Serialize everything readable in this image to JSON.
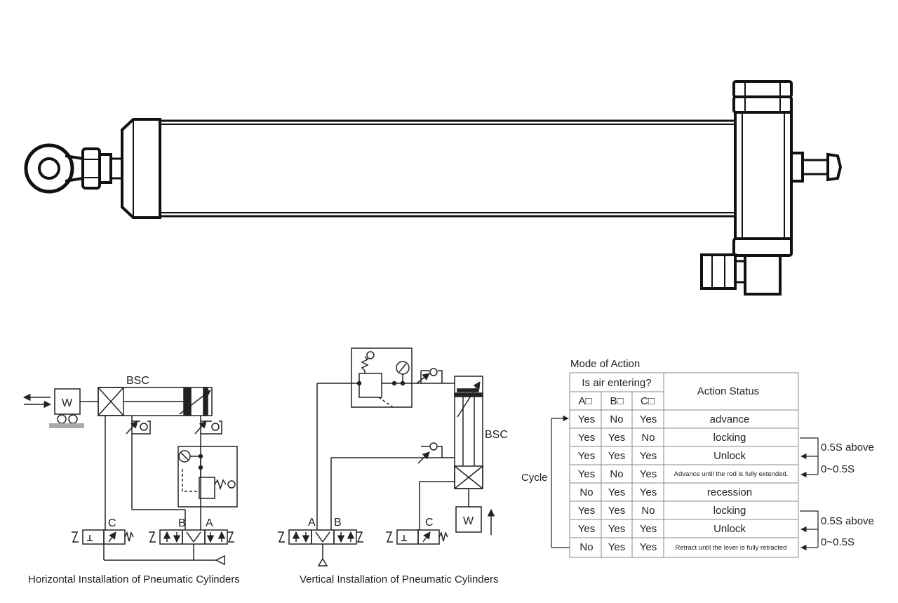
{
  "horizontal": {
    "caption": "Horizontal Installation of Pneumatic Cylinders",
    "cylinder_label": "BSC",
    "load_label": "W",
    "port_a": "A",
    "port_b": "B",
    "port_c": "C"
  },
  "vertical": {
    "caption": "Vertical Installation of Pneumatic Cylinders",
    "cylinder_label": "BSC",
    "load_label": "W",
    "port_a": "A",
    "port_b": "B",
    "port_c": "C"
  },
  "table": {
    "title": "Mode of Action",
    "air_header": "Is air entering?",
    "status_header": "Action Status",
    "col_a": "A□",
    "col_b": "B□",
    "col_c": "C□",
    "cycle_label": "Cycle",
    "rows": [
      {
        "a": "Yes",
        "b": "No",
        "c": "Yes",
        "status": "advance"
      },
      {
        "a": "Yes",
        "b": "Yes",
        "c": "No",
        "status": "locking"
      },
      {
        "a": "Yes",
        "b": "Yes",
        "c": "Yes",
        "status": "Unlock"
      },
      {
        "a": "Yes",
        "b": "No",
        "c": "Yes",
        "status": "Advance until the rod is fully extended."
      },
      {
        "a": "No",
        "b": "Yes",
        "c": "Yes",
        "status": "recession"
      },
      {
        "a": "Yes",
        "b": "Yes",
        "c": "No",
        "status": "locking"
      },
      {
        "a": "Yes",
        "b": "Yes",
        "c": "Yes",
        "status": "Unlock"
      },
      {
        "a": "No",
        "b": "Yes",
        "c": "Yes",
        "status": "Retract until the lever is fully retracted"
      }
    ],
    "timing": [
      "0.5S above",
      "0~0.5S",
      "0.5S above",
      "0~0.5S"
    ]
  }
}
